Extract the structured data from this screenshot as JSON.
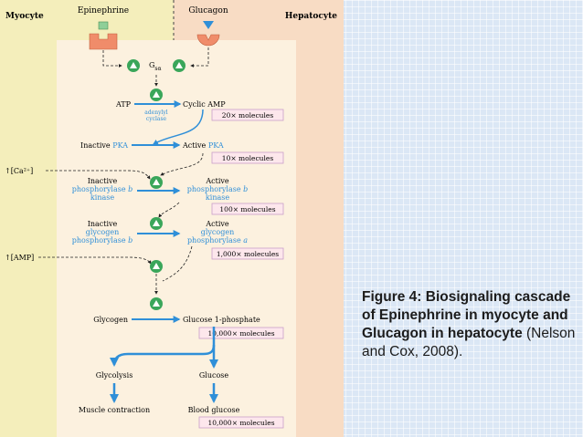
{
  "figure": {
    "labels": {
      "myocyte": "Myocyte",
      "hepatocyte": "Hepatocyte",
      "epinephrine": "Epinephrine",
      "glucagon": "Glucagon",
      "gs_main": "G",
      "gs_sub": "sα",
      "atp": "ATP",
      "cyclic_amp": "Cyclic AMP",
      "adenylyl_1": "adenylyl",
      "adenylyl_2": "cyclase",
      "inactive_pka": "Inactive ",
      "active_pka": "Active ",
      "pka": "PKA",
      "ca": "↑[Ca²⁺]",
      "amp": "↑[AMP]",
      "inactive": "Inactive",
      "active": "Active",
      "phosphorylase_b": "phosphorylase ",
      "italic_b": "b",
      "italic_a": "a",
      "kinase": "kinase",
      "glycogen_word": "glycogen",
      "glycogen": "Glycogen",
      "glucose_1p": "Glucose 1-phosphate",
      "glycolysis": "Glycolysis",
      "glucose": "Glucose",
      "muscle": "Muscle contraction",
      "blood_glucose": "Blood glucose"
    },
    "amplification": [
      "20× molecules",
      "10× molecules",
      "100× molecules",
      "1,000× molecules",
      "10,000× molecules",
      "10,000× molecules"
    ],
    "colors": {
      "myocyte_bg": "#f4eebb",
      "hepatocyte_bg": "#f8dcc4",
      "cell_bg": "#fcf1df",
      "blue": "#2f8fd8",
      "green": "#3aa65a",
      "receptor": "#f08c6a",
      "box_fill": "#fde7ec",
      "box_stroke": "#c9a0c8"
    }
  },
  "caption": {
    "bold": "Figure 4: Biosignaling cascade of Epinephrine in myocyte and Glucagon in hepatocyte",
    "normal": " (Nelson and Cox, 2008)."
  }
}
